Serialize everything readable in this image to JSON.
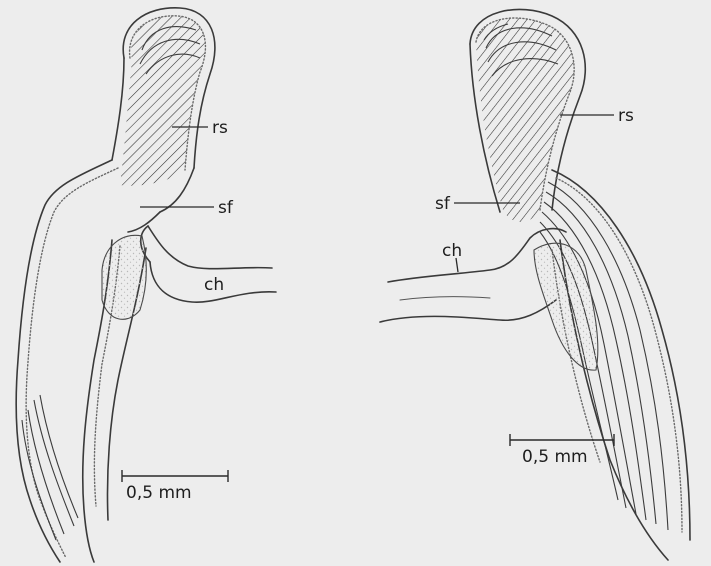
{
  "left_panel": {
    "labels": {
      "rs": "rs",
      "sf": "sf",
      "ch": "ch"
    },
    "scale_bar": "0,5 mm"
  },
  "right_panel": {
    "labels": {
      "rs": "rs",
      "sf": "sf",
      "ch": "ch"
    },
    "scale_bar": "0,5 mm"
  }
}
